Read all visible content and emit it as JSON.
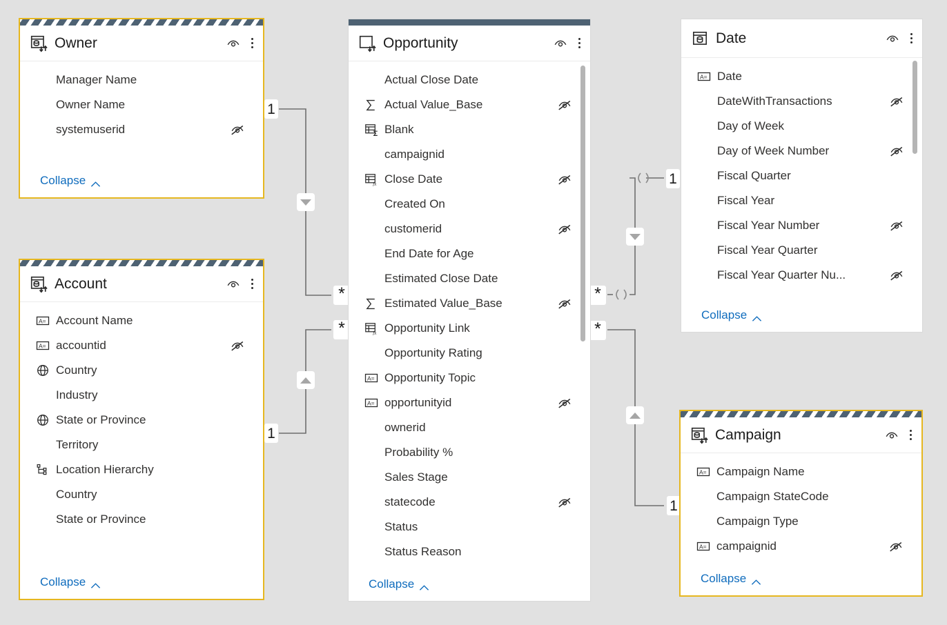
{
  "app": {
    "view": "Power BI Model View",
    "canvas_background": "#e1e1e1"
  },
  "colors": {
    "selected_border": "#e6b71f",
    "header_stripe": "#4e6273",
    "link": "#0f6cbd",
    "field_text": "#323130",
    "relationship_line": "#6e6e6e"
  },
  "common": {
    "collapse_label": "Collapse",
    "eye_icon": "eye-icon",
    "more_icon": "ellipsis-vertical-icon",
    "hidden_icon": "eye-hidden-icon",
    "chevron_up_icon": "chevron-up-icon"
  },
  "tables": [
    {
      "id": "owner",
      "name": "Owner",
      "selected": true,
      "header_style": "striped",
      "table_icon": "table-directquery-icon",
      "scrollbar": false,
      "fields": [
        {
          "label": "Manager Name",
          "icon": "none",
          "hidden": false,
          "indent": false
        },
        {
          "label": "Owner Name",
          "icon": "none",
          "hidden": false,
          "indent": false
        },
        {
          "label": "systemuserid",
          "icon": "none",
          "hidden": true,
          "indent": false
        }
      ]
    },
    {
      "id": "account",
      "name": "Account",
      "selected": true,
      "header_style": "striped",
      "table_icon": "table-directquery-icon",
      "scrollbar": false,
      "fields": [
        {
          "label": "Account Name",
          "icon": "text-field-icon",
          "hidden": false,
          "indent": false
        },
        {
          "label": "accountid",
          "icon": "text-field-icon",
          "hidden": true,
          "indent": false
        },
        {
          "label": "Country",
          "icon": "globe-icon",
          "hidden": false,
          "indent": false
        },
        {
          "label": "Industry",
          "icon": "none",
          "hidden": false,
          "indent": false
        },
        {
          "label": "State or Province",
          "icon": "globe-icon",
          "hidden": false,
          "indent": false
        },
        {
          "label": "Territory",
          "icon": "none",
          "hidden": false,
          "indent": false
        },
        {
          "label": "Location Hierarchy",
          "icon": "hierarchy-icon",
          "hidden": false,
          "indent": false
        },
        {
          "label": "Country",
          "icon": "none",
          "hidden": false,
          "indent": true
        },
        {
          "label": "State or Province",
          "icon": "none",
          "hidden": false,
          "indent": true
        }
      ]
    },
    {
      "id": "opportunity",
      "name": "Opportunity",
      "selected": false,
      "header_style": "solid",
      "table_icon": "table-arrows-icon",
      "scrollbar": true,
      "fields": [
        {
          "label": "Actual Close Date",
          "icon": "none",
          "hidden": false,
          "indent": false
        },
        {
          "label": "Actual Value_Base",
          "icon": "sigma-icon",
          "hidden": true,
          "indent": false
        },
        {
          "label": "Blank",
          "icon": "calc-measure-icon",
          "hidden": false,
          "indent": false
        },
        {
          "label": "campaignid",
          "icon": "none",
          "hidden": false,
          "indent": false
        },
        {
          "label": "Close Date",
          "icon": "calc-column-icon",
          "hidden": true,
          "indent": false
        },
        {
          "label": "Created On",
          "icon": "none",
          "hidden": false,
          "indent": false
        },
        {
          "label": "customerid",
          "icon": "none",
          "hidden": true,
          "indent": false
        },
        {
          "label": "End Date for Age",
          "icon": "none",
          "hidden": false,
          "indent": false
        },
        {
          "label": "Estimated Close Date",
          "icon": "none",
          "hidden": false,
          "indent": false
        },
        {
          "label": "Estimated Value_Base",
          "icon": "sigma-icon",
          "hidden": true,
          "indent": false
        },
        {
          "label": "Opportunity Link",
          "icon": "calc-column-icon",
          "hidden": false,
          "indent": false
        },
        {
          "label": "Opportunity Rating",
          "icon": "none",
          "hidden": false,
          "indent": false
        },
        {
          "label": "Opportunity Topic",
          "icon": "text-field-icon",
          "hidden": false,
          "indent": false
        },
        {
          "label": "opportunityid",
          "icon": "text-field-icon",
          "hidden": true,
          "indent": false
        },
        {
          "label": "ownerid",
          "icon": "none",
          "hidden": false,
          "indent": false
        },
        {
          "label": "Probability %",
          "icon": "none",
          "hidden": false,
          "indent": false
        },
        {
          "label": "Sales Stage",
          "icon": "none",
          "hidden": false,
          "indent": false
        },
        {
          "label": "statecode",
          "icon": "none",
          "hidden": true,
          "indent": false
        },
        {
          "label": "Status",
          "icon": "none",
          "hidden": false,
          "indent": false
        },
        {
          "label": "Status Reason",
          "icon": "none",
          "hidden": false,
          "indent": false
        }
      ]
    },
    {
      "id": "date",
      "name": "Date",
      "selected": false,
      "header_style": "none",
      "table_icon": "table-import-icon",
      "scrollbar": true,
      "fields": [
        {
          "label": "Date",
          "icon": "text-field-icon",
          "hidden": false,
          "indent": false
        },
        {
          "label": "DateWithTransactions",
          "icon": "none",
          "hidden": true,
          "indent": false
        },
        {
          "label": "Day of Week",
          "icon": "none",
          "hidden": false,
          "indent": false
        },
        {
          "label": "Day of Week Number",
          "icon": "none",
          "hidden": true,
          "indent": false
        },
        {
          "label": "Fiscal Quarter",
          "icon": "none",
          "hidden": false,
          "indent": false
        },
        {
          "label": "Fiscal Year",
          "icon": "none",
          "hidden": false,
          "indent": false
        },
        {
          "label": "Fiscal Year Number",
          "icon": "none",
          "hidden": true,
          "indent": false
        },
        {
          "label": "Fiscal Year Quarter",
          "icon": "none",
          "hidden": false,
          "indent": false
        },
        {
          "label": "Fiscal Year Quarter Nu...",
          "icon": "none",
          "hidden": true,
          "indent": false
        }
      ]
    },
    {
      "id": "campaign",
      "name": "Campaign",
      "selected": true,
      "header_style": "striped",
      "table_icon": "table-directquery-icon",
      "scrollbar": false,
      "fields": [
        {
          "label": "Campaign Name",
          "icon": "text-field-icon",
          "hidden": false,
          "indent": false
        },
        {
          "label": "Campaign StateCode",
          "icon": "none",
          "hidden": false,
          "indent": false
        },
        {
          "label": "Campaign Type",
          "icon": "none",
          "hidden": false,
          "indent": false
        },
        {
          "label": "campaignid",
          "icon": "text-field-icon",
          "hidden": true,
          "indent": false
        }
      ]
    }
  ],
  "relationships": [
    {
      "id": "owner-opportunity",
      "from": "Owner",
      "to": "Opportunity",
      "from_cardinality": "1",
      "to_cardinality": "*",
      "cross_filter": "down",
      "inactive": false
    },
    {
      "id": "account-opportunity",
      "from": "Account",
      "to": "Opportunity",
      "from_cardinality": "1",
      "to_cardinality": "*",
      "cross_filter": "up",
      "inactive": false
    },
    {
      "id": "opportunity-date",
      "from": "Opportunity",
      "to": "Date",
      "from_cardinality": "*",
      "to_cardinality": "1",
      "cross_filter": "down",
      "inactive": true
    },
    {
      "id": "opportunity-campaign",
      "from": "Opportunity",
      "to": "Campaign",
      "from_cardinality": "*",
      "to_cardinality": "1",
      "cross_filter": "up",
      "inactive": false
    }
  ]
}
